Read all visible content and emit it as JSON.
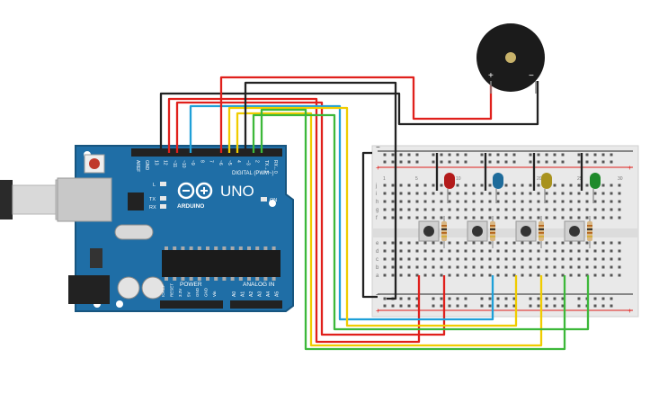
{
  "arduino": {
    "logo_text": "UNO",
    "brand": "ARDUINO",
    "digital_label": "DIGITAL (PWM~)",
    "power_label": "POWER",
    "analog_label": "ANALOG IN",
    "on_label": "ON",
    "l_label": "L",
    "tx_label": "TX",
    "rx_label": "RX",
    "digital_pins": [
      "AREF",
      "GND",
      "13",
      "12",
      "~11",
      "~10",
      "~9",
      "8",
      "7",
      "~6",
      "~5",
      "4",
      "~3",
      "2",
      "TX→1",
      "RX←0"
    ],
    "power_pins": [
      "IOREF",
      "RESET",
      "3.3V",
      "5V",
      "GND",
      "GND",
      "Vin"
    ],
    "analog_pins": [
      "A0",
      "A1",
      "A2",
      "A3",
      "A4",
      "A5"
    ]
  },
  "buzzer": {
    "plus_label": "+",
    "minus_label": "−"
  },
  "breadboard": {
    "row_letters_top": [
      "j",
      "i",
      "h",
      "g",
      "f"
    ],
    "row_letters_bottom": [
      "e",
      "d",
      "c",
      "b",
      "a"
    ],
    "rail_plus": "+",
    "rail_minus": "−",
    "column_numbers": [
      "1",
      "5",
      "10",
      "15",
      "20",
      "25",
      "30"
    ]
  },
  "leds": [
    {
      "name": "red",
      "color": "#b31b1b"
    },
    {
      "name": "blue",
      "color": "#1e6b9a"
    },
    {
      "name": "yellow",
      "color": "#a8921e"
    },
    {
      "name": "green",
      "color": "#1f8a2b"
    }
  ],
  "colors": {
    "board": "#1f6ea6",
    "board_dark": "#17557f",
    "wire_red": "#e0201c",
    "wire_black": "#222222",
    "wire_blue": "#1fa0d8",
    "wire_yellow": "#f0cc00",
    "wire_green": "#3db83a",
    "breadboard": "#e9e9e9"
  }
}
